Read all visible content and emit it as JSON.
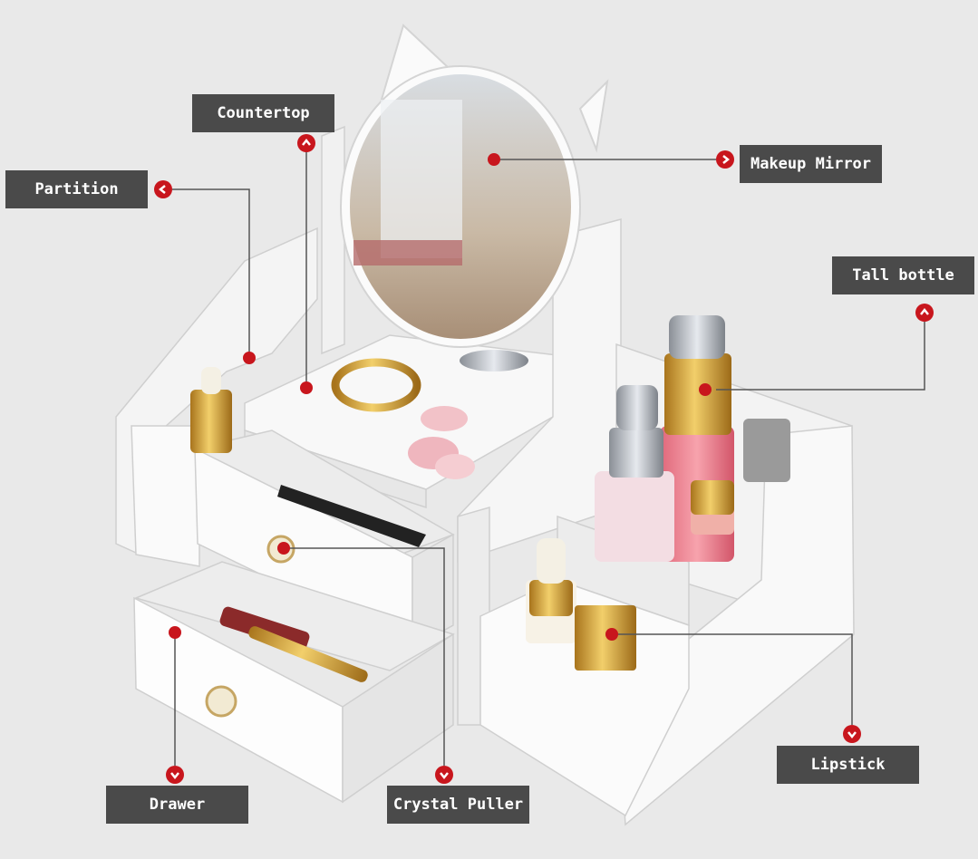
{
  "callouts": {
    "countertop": "Countertop",
    "partition": "Partition",
    "makeup_mirror": "Makeup Mirror",
    "tall_bottle": "Tall bottle",
    "lipstick": "Lipstick",
    "drawer": "Drawer",
    "crystal_puller": "Crystal Puller"
  },
  "colors": {
    "background": "#e9e9e9",
    "label_bg": "#4a4a4a",
    "label_text": "#ffffff",
    "marker_red": "#c8161d",
    "leader_line": "#555555",
    "furniture_white": "#f7f7f7"
  },
  "icons": {
    "marker": "red-chevron-circle-icon"
  }
}
